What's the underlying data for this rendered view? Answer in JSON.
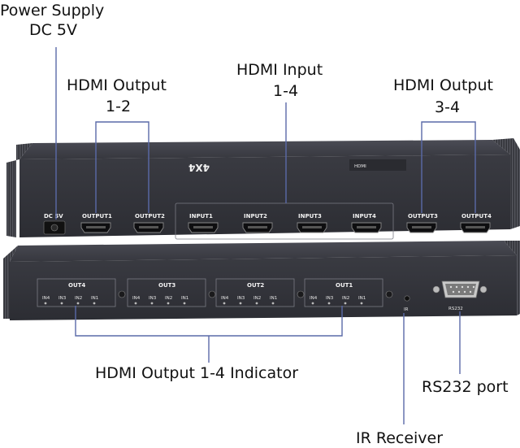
{
  "callouts": {
    "power_supply": "Power Supply",
    "power_voltage": "DC 5V",
    "hdmi_output_12_a": "HDMI Output",
    "hdmi_output_12_b": "1-2",
    "hdmi_input_a": "HDMI Input",
    "hdmi_input_b": "1-4",
    "hdmi_output_34_a": "HDMI Output",
    "hdmi_output_34_b": "3-4",
    "indicator": "HDMI Output 1-4 Indicator",
    "rs232": "RS232 port",
    "ir": "IR Receiver"
  },
  "front_panel": {
    "dc_label": "DC 5V",
    "ports": [
      "OUTPUT1",
      "OUTPUT2",
      "INPUT1",
      "INPUT2",
      "INPUT3",
      "INPUT4",
      "OUTPUT3",
      "OUTPUT4"
    ],
    "top_brand": "4X4"
  },
  "rear_panel": {
    "groups": [
      "OUT4",
      "OUT3",
      "OUT2",
      "OUT1"
    ],
    "leds": [
      "IN4",
      "IN3",
      "IN2",
      "IN1"
    ],
    "ir_label": "IR",
    "rs232_label": "RS232"
  },
  "colors": {
    "chassis": "#3d3e45",
    "chassis_dark": "#2a2b30",
    "fins": "#4a4b52",
    "line": "#5a6aa8"
  }
}
